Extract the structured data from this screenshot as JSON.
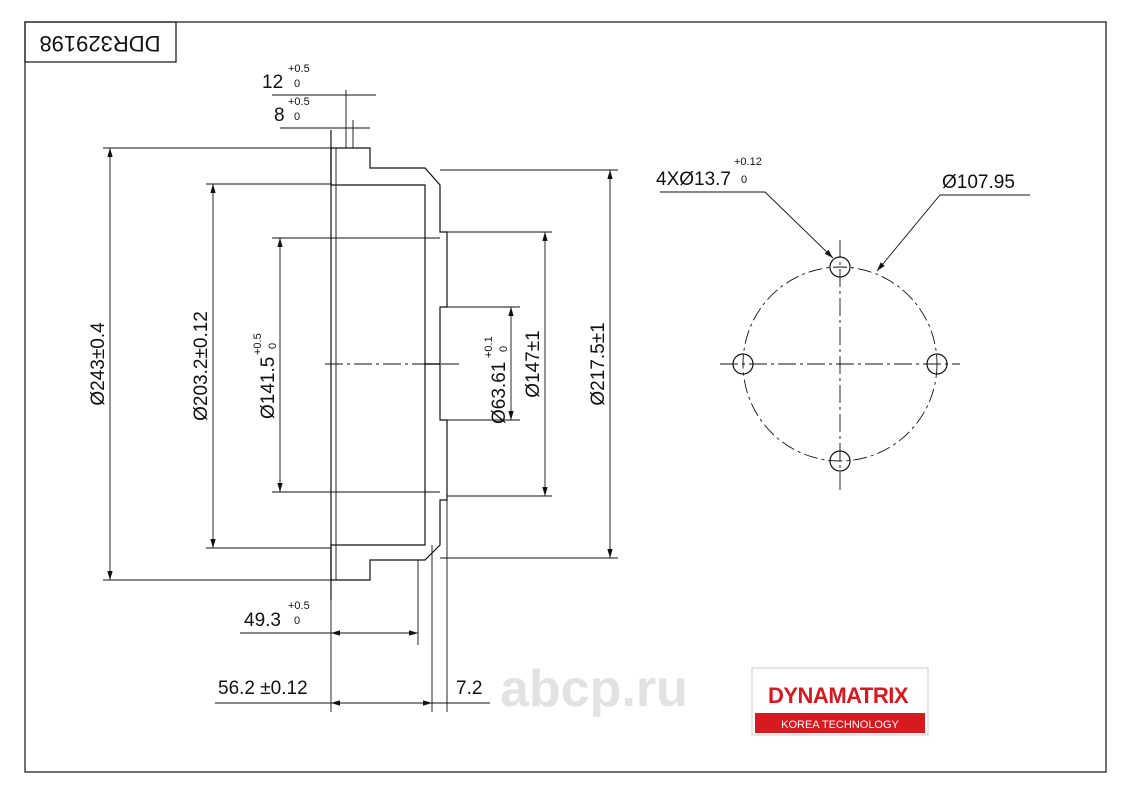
{
  "part_number": "DDR329198",
  "dimensions": {
    "flange_width": {
      "value": "12",
      "tol_upper": "+0.5",
      "tol_lower": "0"
    },
    "step_width": {
      "value": "8",
      "tol_upper": "+0.5",
      "tol_lower": "0"
    },
    "outer_diameter": "Ø243±0.4",
    "braking_diameter": "Ø203.2±0.12",
    "inner_diameter": {
      "value": "Ø141.5",
      "tol_upper": "+0.5",
      "tol_lower": "0"
    },
    "center_bore": {
      "value": "Ø63.61",
      "tol_upper": "+0.1",
      "tol_lower": "0"
    },
    "hub_diameter": "Ø147±1",
    "mid_diameter": "Ø217.5±1",
    "depth_inner": {
      "value": "49.3",
      "tol_upper": "+0.5",
      "tol_lower": "0"
    },
    "total_height": "56.2 ±0.12",
    "wall_thickness": "7.2",
    "bolt_holes": {
      "value": "4XØ13.7",
      "tol_upper": "+0.12",
      "tol_lower": "0"
    },
    "pcd": "Ø107.95"
  },
  "watermark": "abcp.ru",
  "logo": {
    "brand": "DYNAMATRIX",
    "tagline": "KOREA TECHNOLOGY",
    "brand_color": "#d71920"
  }
}
